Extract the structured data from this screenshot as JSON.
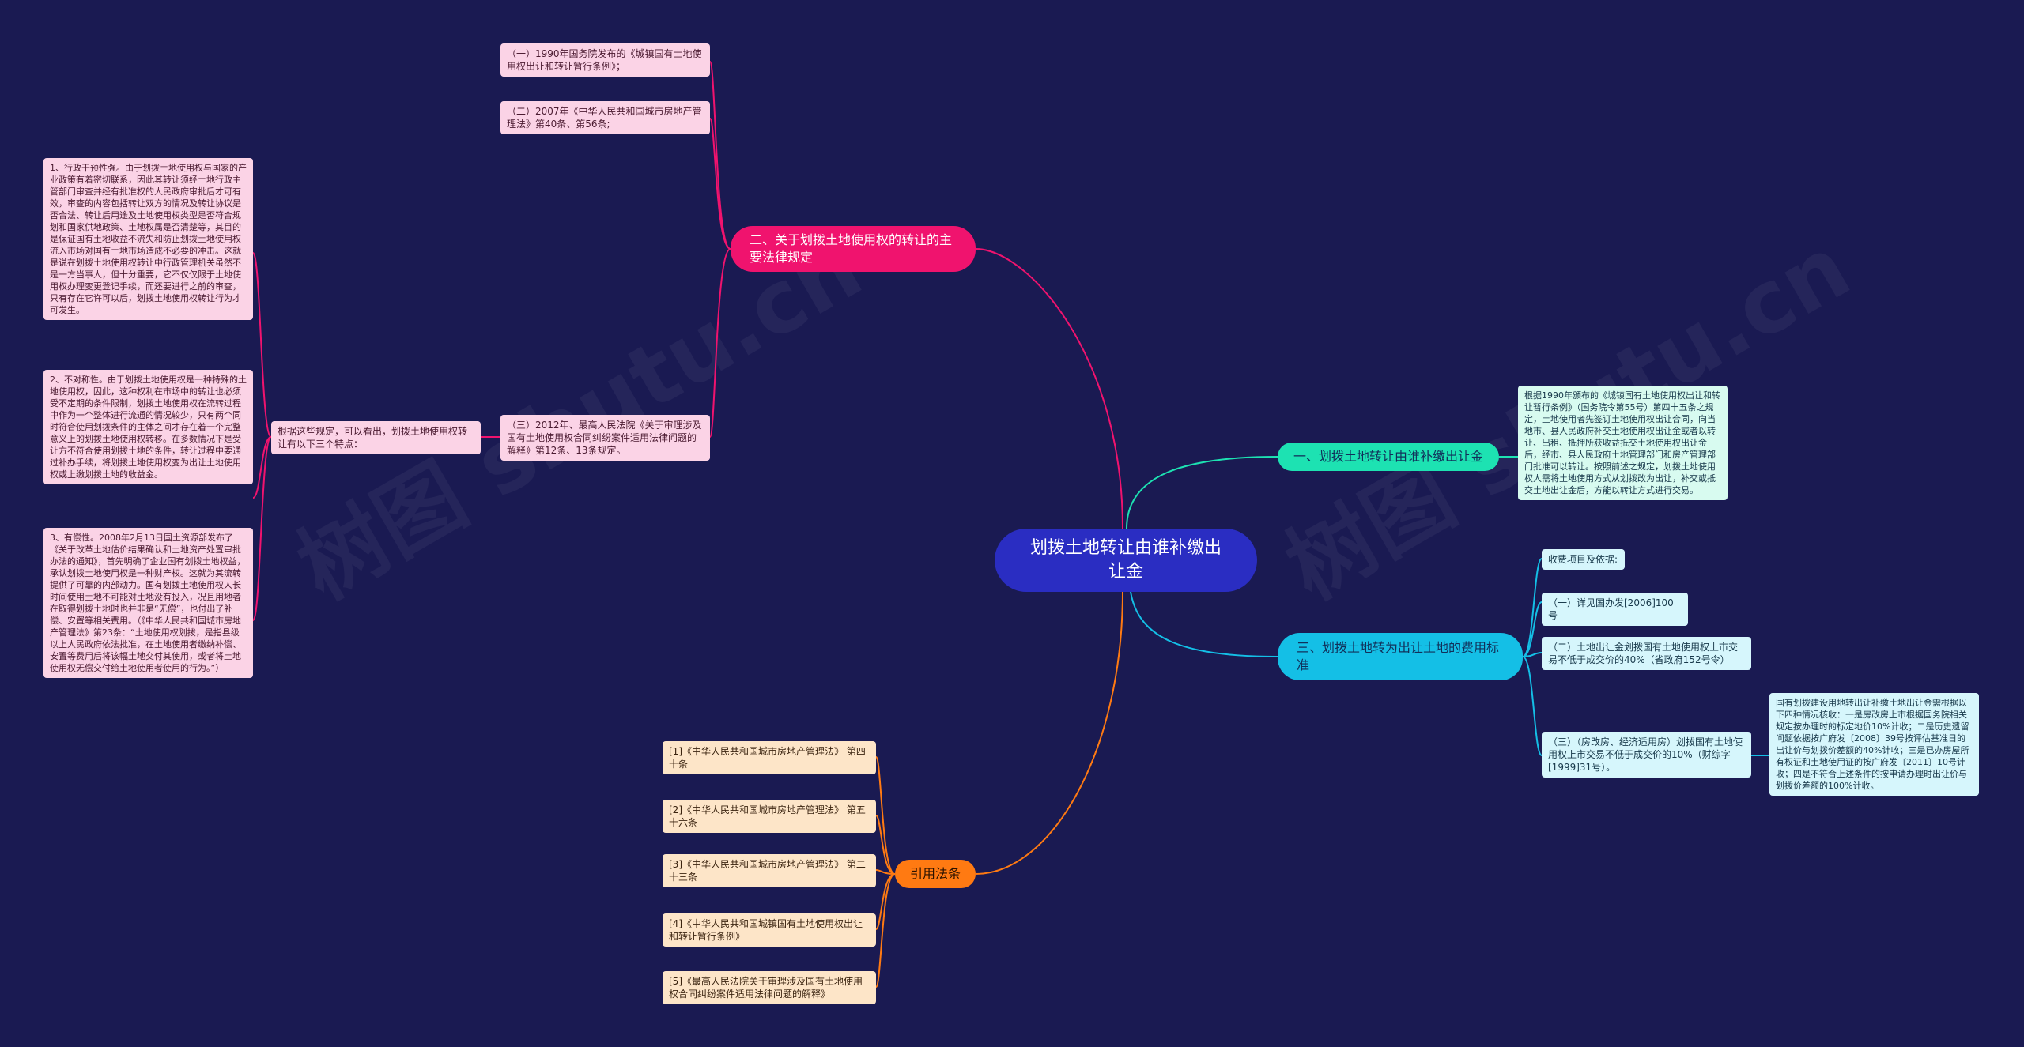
{
  "root": {
    "title": "划拨土地转让由谁补缴出让金"
  },
  "branches": {
    "law": {
      "label": "二、关于划拨土地使用权的转让的主要法律规定",
      "items": [
        "（一）1990年国务院发布的《城镇国有土地使用权出让和转让暂行条例》；",
        "（二）2007年《中华人民共和国城市房地产管理法》第40条、第56条;",
        "（三）2012年、最高人民法院《关于审理涉及国有土地使用权合同纠纷案件适用法律问题的解释》第12条、13条规定。"
      ],
      "sub_intro": "根据这些规定，可以看出，划拨土地使用权转让有以下三个特点：",
      "sub_items": [
        "1、行政干预性强。由于划拨土地使用权与国家的产业政策有着密切联系，因此其转让须经土地行政主管部门审查并经有批准权的人民政府审批后才可有效，审查的内容包括转让双方的情况及转让协议是否合法、转让后用途及土地使用权类型是否符合规划和国家供地政策、土地权属是否清楚等，其目的是保证国有土地收益不流失和防止划拨土地使用权流入市场对国有土地市场造成不必要的冲击。这就是说在划拨土地使用权转让中行政管理机关虽然不是一方当事人，但十分重要，它不仅仅限于土地使用权办理变更登记手续，而还要进行之前的审查，只有存在它许可以后，划拨土地使用权转让行为才可发生。",
        "2、不对称性。由于划拨土地使用权是一种特殊的土地使用权，因此，这种权利在市场中的转让也必须受不定期的条件限制，划拨土地使用权在流转过程中作为一个整体进行流通的情况较少，只有两个同时符合使用划拨条件的主体之间才存在着一个完整意义上的划拨土地使用权转移。在多数情况下是受让方不符合使用划拨土地的条件，转让过程中要通过补办手续，将划拨土地使用权变为出让土地使用权或上缴划拨土地的收益金。",
        "3、有偿性。2008年2月13日国土资源部发布了《关于改革土地估价结果确认和土地资产处置审批办法的通知》，首先明确了企业国有划拨土地权益，承认划拨土地使用权是一种财产权。这就为其流转提供了可靠的内部动力。国有划拨土地使用权人长时间使用土地不可能对土地没有投入，况且用地者在取得划拨土地时也并非是“无偿”，也付出了补偿、安置等相关费用。（《中华人民共和国城市房地产管理法》第23条：“土地使用权划拨，是指县级以上人民政府依法批准，在土地使用者缴纳补偿、安置等费用后将该幅土地交付其使用，或者将土地使用权无偿交付给土地使用者使用的行为。”）"
      ]
    },
    "who_pays": {
      "label": "一、划拨土地转让由谁补缴出让金",
      "detail": "根据1990年颁布的《城镇国有土地使用权出让和转让暂行条例》（国务院令第55号）第四十五条之规定，土地使用者先签订土地使用权出让合同，向当地市、县人民政府补交土地使用权出让金或者以转让、出租、抵押所获收益抵交土地使用权出让金后，经市、县人民政府土地管理部门和房产管理部门批准可以转让。按照前述之规定，划拨土地使用权人需将土地使用方式从划拨改为出让，补交或抵交土地出让金后，方能以转让方式进行交易。"
    },
    "fees": {
      "label": "三、划拨土地转为出让土地的费用标准",
      "items": [
        "收费项目及依据:",
        "（一）详见国办发[2006]100号",
        "（二）土地出让金划拨国有土地使用权上市交易不低于成交价的40%（省政府152号令）",
        "（三）（房改房、经济适用房）划拨国有土地使用权上市交易不低于成交价的10%（财综字[1999]31号）。"
      ],
      "detail": "国有划拨建设用地转出让补缴土地出让金需根据以下四种情况核收：一是房改房上市根据国务院相关规定按办理时的标定地价10%计收；二是历史遗留问题依据按广府发〔2008〕39号按评估基准日的出让价与划拨价差额的40%计收；三是已办房屋所有权证和土地使用证的按广府发〔2011〕10号计收；四是不符合上述条件的按申请办理时出让价与划拨价差额的100%计收。"
    },
    "refs": {
      "label": "引用法条",
      "items": [
        "[1]《中华人民共和国城市房地产管理法》 第四十条",
        "[2]《中华人民共和国城市房地产管理法》 第五十六条",
        "[3]《中华人民共和国城市房地产管理法》 第二十三条",
        "[4]《中华人民共和国城镇国有土地使用权出让和转让暂行条例》",
        "[5]《最高人民法院关于审理涉及国有土地使用权合同纠纷案件适用法律问题的解释》"
      ]
    }
  },
  "watermark": "树图 shutu.cn",
  "colors": {
    "background": "#1a1a52",
    "root": "#2a2dc2",
    "pink": "#f0136e",
    "green": "#1de2b2",
    "cyan": "#14bfe6",
    "orange": "#ff7a12"
  }
}
